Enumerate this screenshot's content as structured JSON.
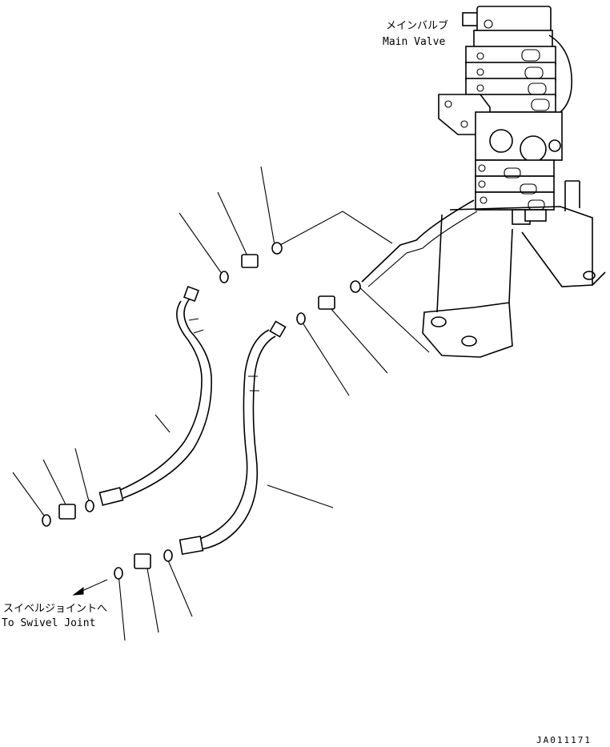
{
  "labels": {
    "main_valve_jp": "メインバルブ",
    "main_valve_en": "Main Valve",
    "swivel_jp": "スイベルジョイントへ",
    "swivel_en": "To Swivel Joint",
    "drawing_code": "JA011171"
  }
}
